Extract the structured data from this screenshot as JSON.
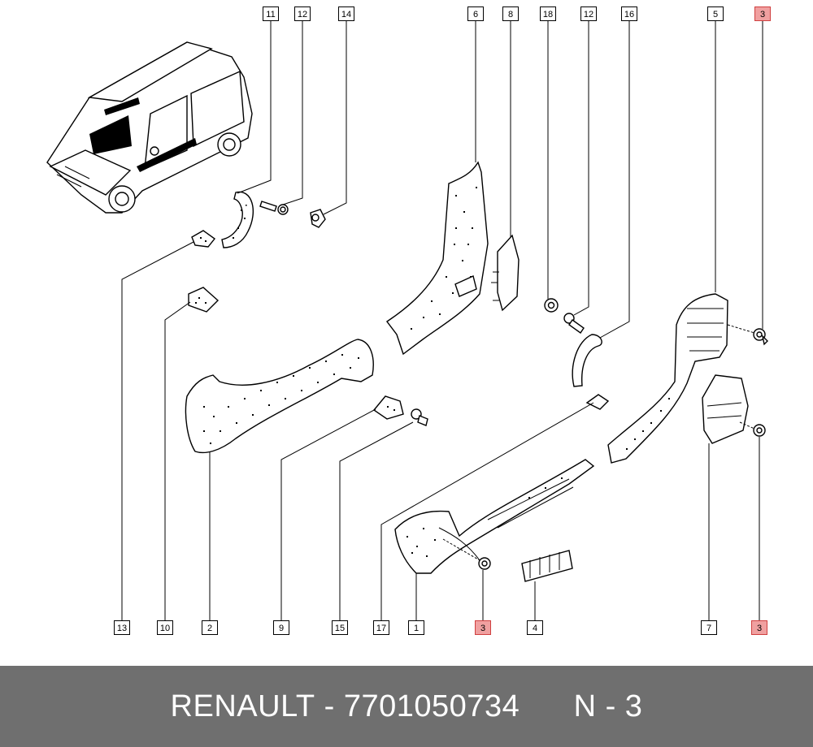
{
  "callouts": {
    "top": [
      {
        "num": "11",
        "hl": false
      },
      {
        "num": "12",
        "hl": false
      },
      {
        "num": "14",
        "hl": false
      },
      {
        "num": "6",
        "hl": false
      },
      {
        "num": "8",
        "hl": false
      },
      {
        "num": "18",
        "hl": false
      },
      {
        "num": "12",
        "hl": false
      },
      {
        "num": "16",
        "hl": false
      },
      {
        "num": "5",
        "hl": false
      },
      {
        "num": "3",
        "hl": true
      }
    ],
    "bottom": [
      {
        "num": "13",
        "hl": false
      },
      {
        "num": "10",
        "hl": false
      },
      {
        "num": "2",
        "hl": false
      },
      {
        "num": "9",
        "hl": false
      },
      {
        "num": "15",
        "hl": false
      },
      {
        "num": "17",
        "hl": false
      },
      {
        "num": "1",
        "hl": false
      },
      {
        "num": "3",
        "hl": true
      },
      {
        "num": "4",
        "hl": false
      },
      {
        "num": "7",
        "hl": false
      },
      {
        "num": "3",
        "hl": true
      }
    ]
  },
  "colors": {
    "highlight_fill": "#f0a0a0",
    "highlight_stroke": "#d04040",
    "footer_bg": "#6f6f6f"
  },
  "footer": {
    "brand": "RENAULT",
    "separator": "-",
    "part_number": "7701050734",
    "ref": "N - 3"
  }
}
